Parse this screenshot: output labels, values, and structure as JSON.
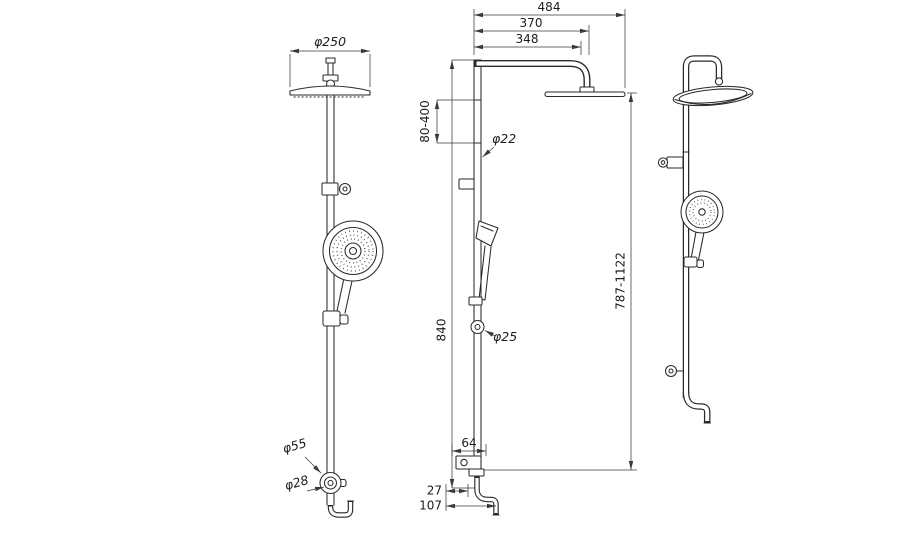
{
  "colors": {
    "line": "#2a2a2a",
    "background": "#ffffff"
  },
  "front_view": {
    "head_diameter": "φ250",
    "escutcheon_diameter": "φ55",
    "inlet_diameter": "φ28"
  },
  "side_view": {
    "overall_width": "484",
    "arm_center_width": "370",
    "arm_inner_width": "348",
    "upper_adjust_range": "80-400",
    "riser_pipe_diameter": "φ22",
    "riser_length": "840",
    "slider_diameter": "φ25",
    "overall_height_range": "787-1122",
    "bracket_offset": "64",
    "inlet_offset_a": "27",
    "inlet_offset_b": "107"
  }
}
